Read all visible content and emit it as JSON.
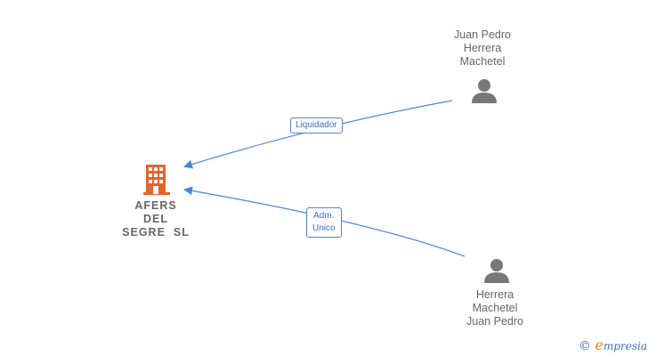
{
  "nodes": {
    "company": {
      "lines": [
        "AFERS",
        "DEL",
        "SEGRE  SL"
      ],
      "color": "#e8622c"
    },
    "person_top": {
      "lines": [
        "Juan Pedro",
        "Herrera",
        "Machetel"
      ]
    },
    "person_bottom": {
      "lines": [
        "Herrera",
        "Machetel",
        "Juan Pedro"
      ]
    }
  },
  "edges": {
    "top": {
      "label": "Liquidador"
    },
    "bottom": {
      "label_lines": [
        "Adm.",
        "Unico"
      ]
    }
  },
  "colors": {
    "edge": "#4a86d8",
    "person_icon": "#777777"
  },
  "brand": {
    "copyright": "©",
    "initial": "e",
    "rest": "mpresia"
  }
}
